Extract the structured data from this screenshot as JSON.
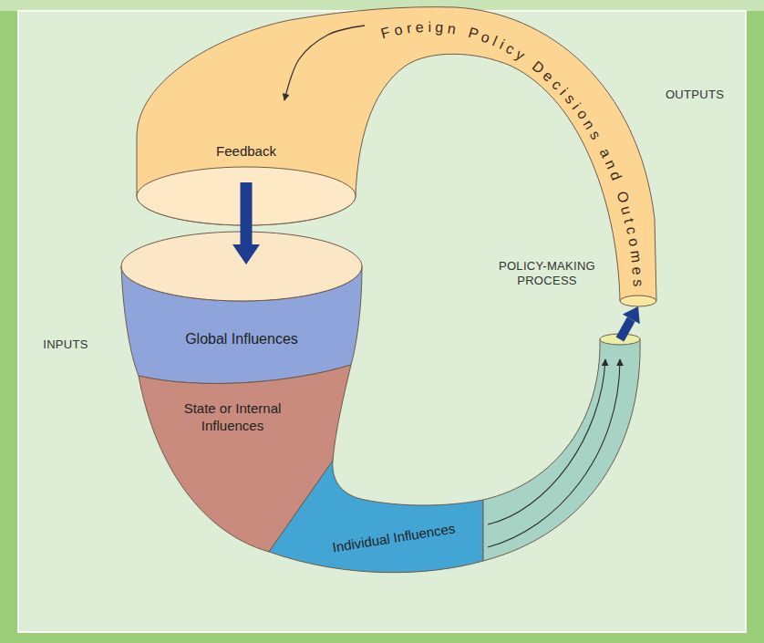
{
  "diagram": {
    "nodes": [
      {
        "text": [
          "Foreign Policy Decisions and Outcomes"
        ]
      },
      {
        "text": [
          "Feedback"
        ]
      },
      {
        "text": [
          "Global Influences"
        ]
      },
      {
        "text": [
          "State or Internal Influences"
        ]
      },
      {
        "text": [
          "Individual Influences"
        ]
      }
    ],
    "edges": [
      {
        "from": 0,
        "to": 1,
        "arrow": "to"
      },
      {
        "from": 1,
        "to": 2,
        "arrow": "to"
      },
      {
        "from": 4,
        "to": 0,
        "arrow": "to"
      }
    ],
    "labels": [
      "OUTPUTS",
      "POLICY-MAKING PROCESS",
      "INPUTS"
    ]
  }
}
